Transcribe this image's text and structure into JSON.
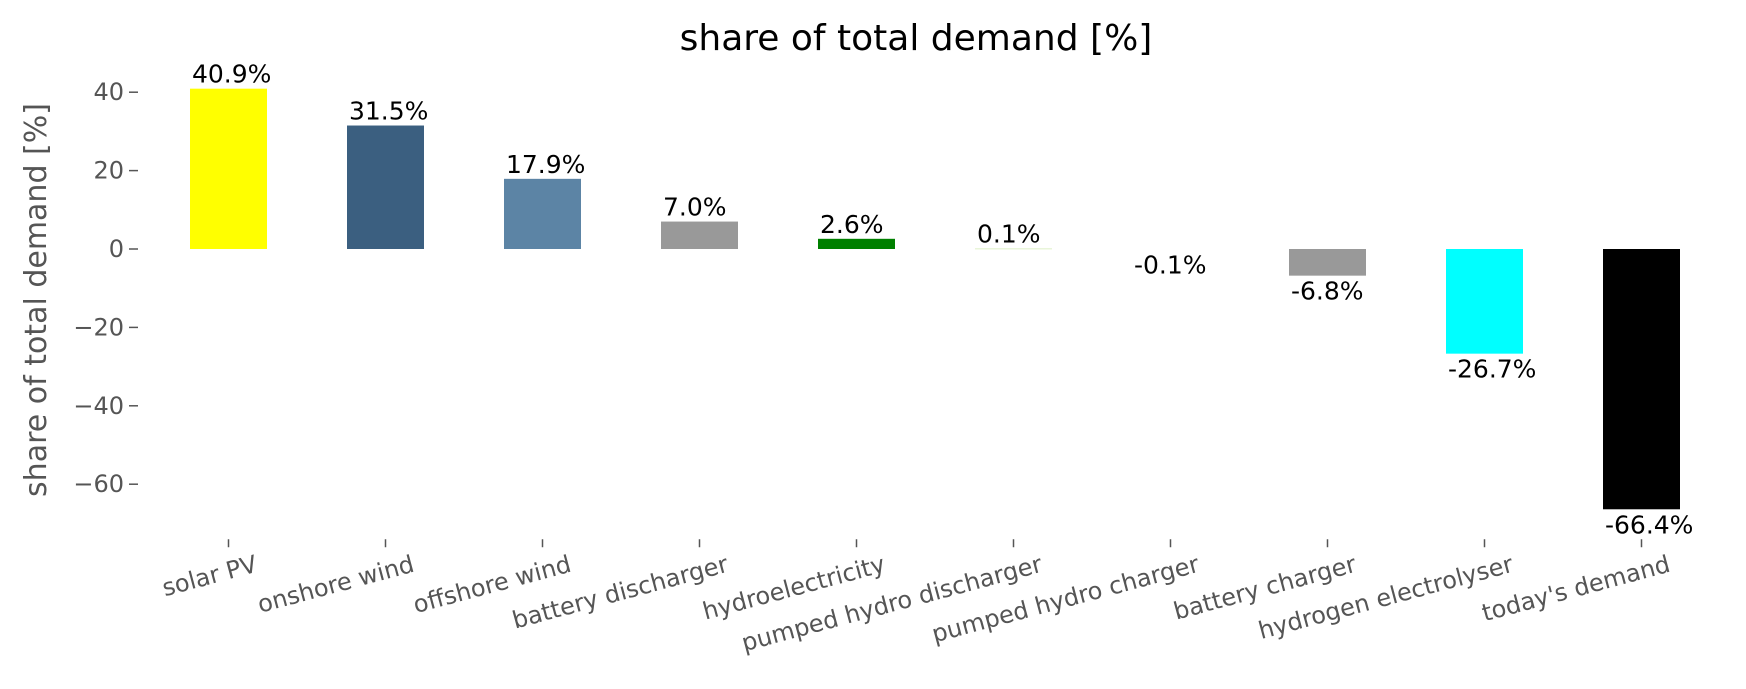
{
  "chart_data": {
    "type": "bar",
    "title": "share of total demand [%]",
    "xlabel": "",
    "ylabel": "share of total demand [%]",
    "ylim": [
      -72,
      47
    ],
    "yticks": [
      40,
      20,
      0,
      -20,
      -40,
      -60
    ],
    "ytick_labels": [
      "40",
      "20",
      "0",
      "−20",
      "−40",
      "−60"
    ],
    "grid": false,
    "categories": [
      "solar PV",
      "onshore wind",
      "offshore wind",
      "battery discharger",
      "hydroelectricity",
      "pumped hydro discharger",
      "pumped hydro charger",
      "battery charger",
      "hydrogen electrolyser",
      "today's demand"
    ],
    "values": [
      40.9,
      31.5,
      17.9,
      7.0,
      2.6,
      0.1,
      -0.1,
      -6.8,
      -26.7,
      -66.4
    ],
    "data_labels": [
      "40.9%",
      "31.5%",
      "17.9%",
      "7.0%",
      "2.6%",
      "0.1%",
      "-0.1%",
      "-6.8%",
      "-26.7%",
      "-66.4%"
    ],
    "colors": [
      "#ffff00",
      "#3b5f80",
      "#5c84a5",
      "#999999",
      "#008000",
      "#c8e6a0",
      "#ffffff",
      "#999999",
      "#00ffff",
      "#000000"
    ]
  }
}
